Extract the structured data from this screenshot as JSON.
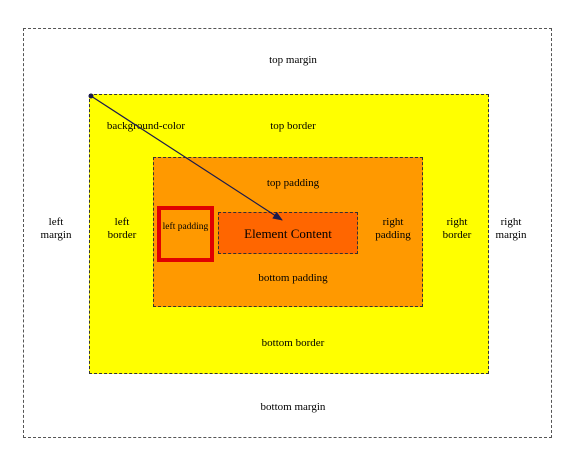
{
  "colors": {
    "margin": "#ffffff",
    "border": "#ffff00",
    "padding": "#ff9900",
    "content": "#ff6600",
    "highlight": "#e00000",
    "arrow": "#1a1a4d"
  },
  "labels": {
    "top_margin": "top margin",
    "bottom_margin": "bottom margin",
    "left_margin": "left margin",
    "right_margin": "right margin",
    "top_border": "top border",
    "bottom_border": "bottom border",
    "left_border": "left border",
    "right_border": "right border",
    "top_padding": "top padding",
    "bottom_padding": "bottom padding",
    "left_padding": "left padding",
    "right_padding": "right padding",
    "content": "Element Content",
    "background_color": "background-color"
  }
}
